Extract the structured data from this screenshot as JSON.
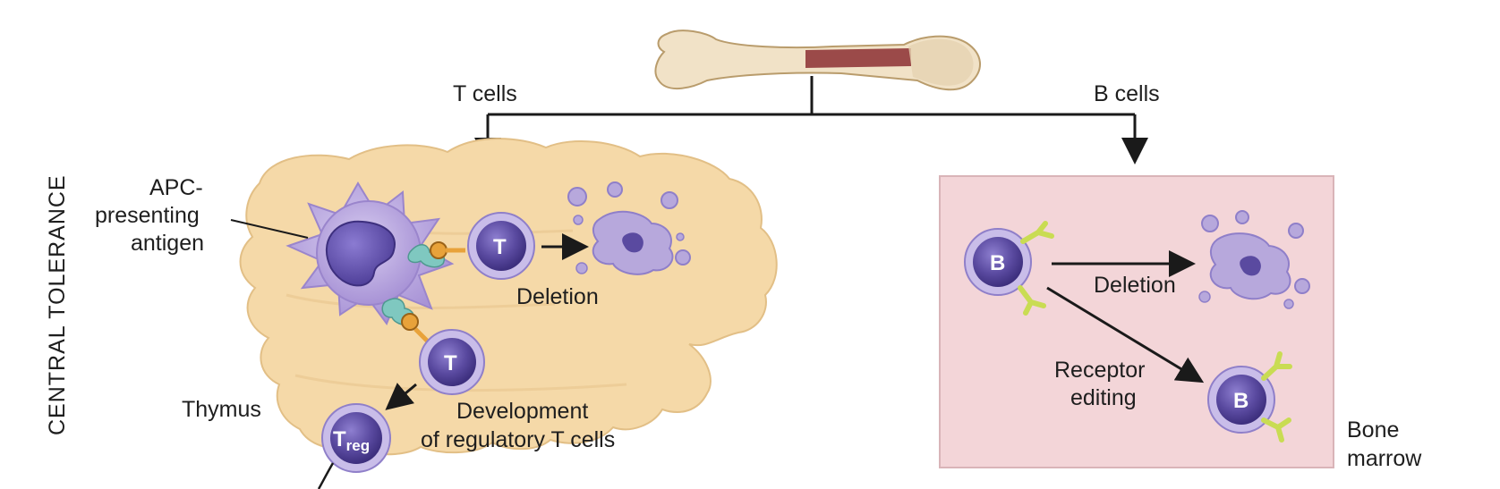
{
  "title_side": "CENTRAL TOLERANCE",
  "bone": {
    "t_branch": "T cells",
    "b_branch": "B cells"
  },
  "thymus": {
    "organ_label": "Thymus",
    "apc_label": [
      "APC-",
      "presenting",
      "antigen"
    ],
    "t_cell_letter": "T",
    "deletion_label": "Deletion",
    "treg_letter": "T",
    "treg_sub": "reg",
    "development_label": [
      "Development",
      "of regulatory T cells"
    ]
  },
  "bone_marrow": {
    "organ_label": [
      "Bone",
      "marrow"
    ],
    "b_cell_letter": "B",
    "deletion_label": "Deletion",
    "editing_label": [
      "Receptor",
      "editing"
    ]
  },
  "colors": {
    "thymus_fill": "#f5d9a8",
    "thymus_stroke": "#e2bf86",
    "marrow_box": "#f3d5d8",
    "marrow_border": "#d9b4b8",
    "cell_dark": "#5a4aa0",
    "cell_light": "#b7a8dc",
    "receptor": "#c9dc53",
    "arrow": "#1a1a1a"
  }
}
